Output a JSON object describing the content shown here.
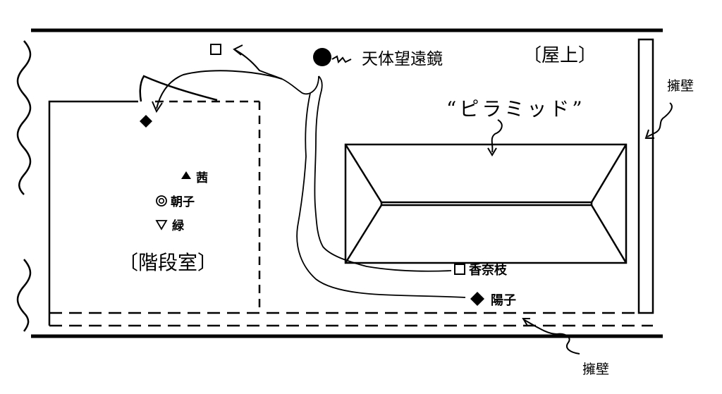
{
  "labels": {
    "telescope": "天体望遠鏡",
    "rooftop": "〔屋上〕",
    "pyramid": "“ピラミッド”",
    "retaining_wall_right": "擁壁",
    "retaining_wall_bottom": "擁壁",
    "stairwell": "〔階段室〕",
    "akane": "茜",
    "asako": "朝子",
    "midori": "緑",
    "kanae": "香奈枝",
    "yoko": "陽子"
  }
}
